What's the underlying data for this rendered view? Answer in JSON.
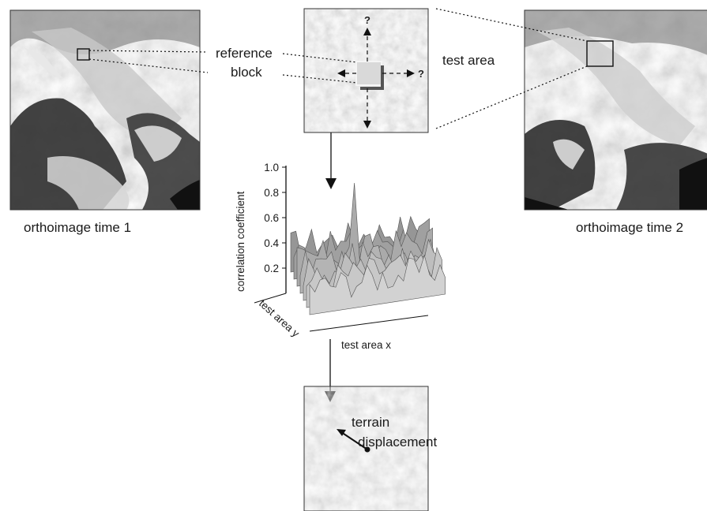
{
  "labels": {
    "reference_line1": "reference",
    "reference_line2": "block",
    "test_area": "test area",
    "ortho1": "orthoimage time 1",
    "ortho2": "orthoimage time 2",
    "terrain_line1": "terrain",
    "terrain_line2": "displacement",
    "question_mark": "?"
  },
  "chart_data": {
    "type": "surface",
    "title": "",
    "zlabel": "correlation coefficient",
    "xlabel": "test area x",
    "ylabel": "test area y",
    "zlim": [
      0,
      1.0
    ],
    "z_ticks": [
      "1.0",
      "0.8",
      "0.6",
      "0.4",
      "0.2"
    ],
    "peak_value": 0.75,
    "background_level": 0.25
  }
}
